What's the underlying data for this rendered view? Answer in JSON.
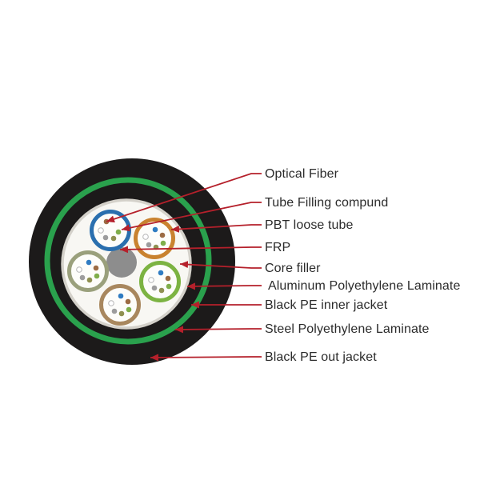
{
  "diagram": {
    "subject": "fiber-optic-cable-cross-section",
    "tube_count": 5,
    "fibers_per_tube": 5
  },
  "labels": [
    {
      "id": "optical-fiber",
      "text": "Optical Fiber"
    },
    {
      "id": "tube-filling-compound",
      "text": "Tube Filling compund"
    },
    {
      "id": "pbt-loose-tube",
      "text": "PBT loose tube"
    },
    {
      "id": "frp",
      "text": "FRP"
    },
    {
      "id": "core-filler",
      "text": "Core filler"
    },
    {
      "id": "aluminum-polyethylene-laminate",
      "text": "Aluminum Polyethylene Laminate"
    },
    {
      "id": "black-pe-inner-jacket",
      "text": "Black PE inner jacket"
    },
    {
      "id": "steel-polyethylene-laminate",
      "text": "Steel Polyethylene Laminate"
    },
    {
      "id": "black-pe-out-jacket",
      "text": "Black PE out jacket"
    }
  ],
  "colors": {
    "background": "#ffffff",
    "jacket_black": "#1c1a1a",
    "steel_laminate_green": "#2aa14d",
    "aluminum_ring": "#d4d1ca",
    "core_white": "#f8f7f3",
    "frp_gray": "#8d8d8d",
    "arrow_red": "#b5202b",
    "label_text": "#2b2b2b",
    "tube_fill": "#fdfdfa",
    "tube_blue": "#2a6fae",
    "tube_orange": "#c9822f",
    "tube_olive": "#9aa07c",
    "tube_brown": "#a8875e",
    "tube_green": "#7cb342",
    "fiber_blue": "#2f7cc2",
    "fiber_brown": "#9c6b42",
    "fiber_green": "#7fae4a",
    "fiber_gray": "#9d9d9d",
    "fiber_olive": "#8f9050",
    "fiber_white": "#ffffff",
    "fiber_outline": "#b5b5b5"
  }
}
